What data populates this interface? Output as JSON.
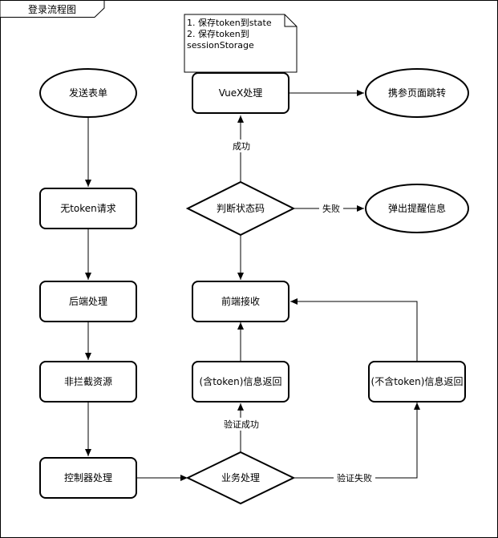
{
  "frame": {
    "title": "登录流程图"
  },
  "note": {
    "lines": [
      "1. 保存token到state",
      "2. 保存token到",
      "sessionStorage"
    ]
  },
  "nodes": {
    "send_form": "发送表单",
    "no_token_request": "无token请求",
    "backend": "后端处理",
    "non_intercept": "非拦截资源",
    "controller": "控制器处理",
    "business": "业务处理",
    "with_token_return": "(含token)信息返回",
    "without_token_return": "(不含token)信息返回",
    "frontend_receive": "前端接收",
    "judge_status": "判断状态码",
    "vuex": "VueX处理",
    "jump": "携参页面跳转",
    "popup": "弹出提醒信息"
  },
  "edges": {
    "success": "成功",
    "fail": "失败",
    "verify_success": "验证成功",
    "verify_fail": "验证失败"
  },
  "colors": {
    "stroke": "#000000",
    "fill": "#ffffff"
  }
}
